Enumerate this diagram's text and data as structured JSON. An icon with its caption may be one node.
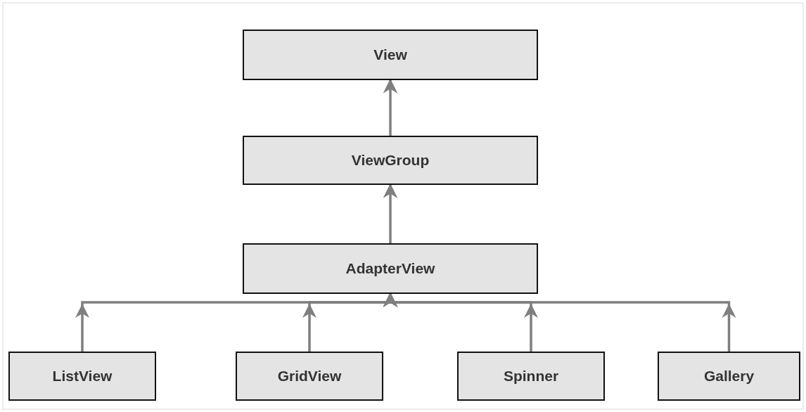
{
  "diagram": {
    "nodes": [
      {
        "text": [
          "View"
        ]
      },
      {
        "text": [
          "ViewGroup"
        ]
      },
      {
        "text": [
          "AdapterView"
        ]
      },
      {
        "text": [
          "ListView"
        ]
      },
      {
        "text": [
          "GridView"
        ]
      },
      {
        "text": [
          "Spinner"
        ]
      },
      {
        "text": [
          "Gallery"
        ]
      }
    ],
    "edges": [
      {
        "from": 1,
        "to": 0,
        "arrow": "to"
      },
      {
        "from": 2,
        "to": 1,
        "arrow": "to"
      },
      {
        "from": 3,
        "to": 2,
        "arrow": "to"
      },
      {
        "from": 4,
        "to": 2,
        "arrow": "to"
      },
      {
        "from": 5,
        "to": 2,
        "arrow": "to"
      },
      {
        "from": 6,
        "to": 2,
        "arrow": "to"
      }
    ]
  }
}
